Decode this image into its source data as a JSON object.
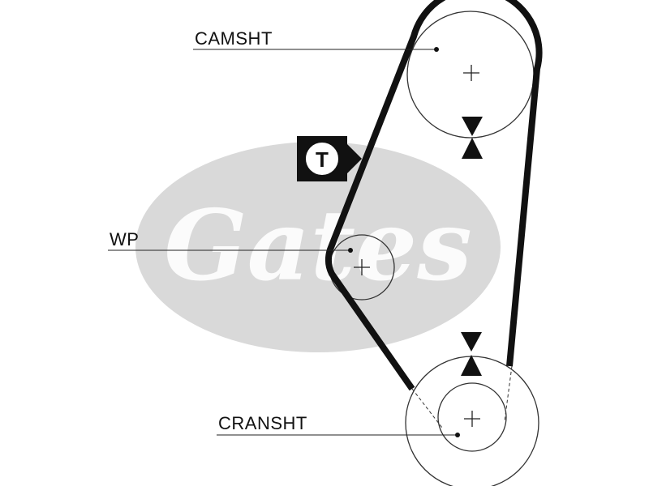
{
  "diagram": {
    "labels": {
      "camshaft": "CAMSHT",
      "water_pump": "WP",
      "crankshaft": "CRANSHT"
    },
    "tensioner_marker": "T",
    "watermark_text": "Gates",
    "colors": {
      "belt": "#111111",
      "outline": "#333333",
      "watermark": "#d6d6d6",
      "background": "#ffffff"
    },
    "icons": [
      "timing-mark-icon",
      "tensioner-icon",
      "center-cross-icon"
    ]
  }
}
